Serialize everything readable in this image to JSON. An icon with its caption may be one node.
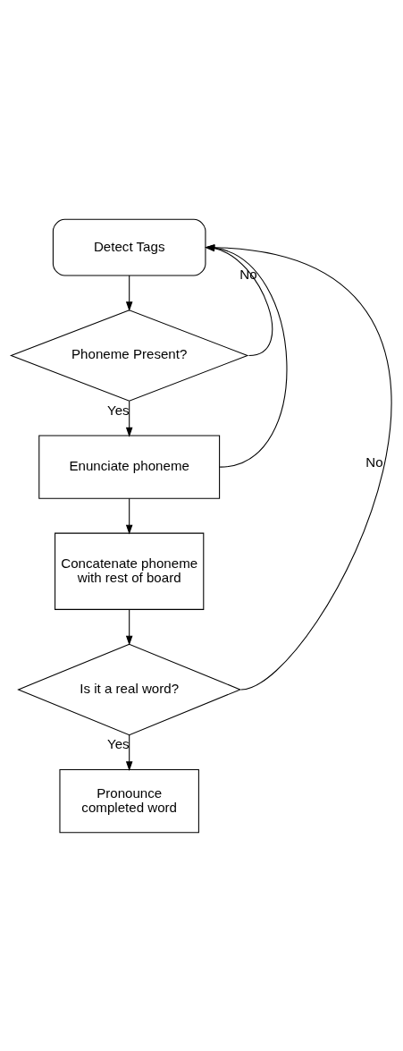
{
  "diagram": {
    "nodes": [
      {
        "text": [
          "Detect Tags"
        ]
      },
      {
        "text": [
          "Phoneme Present?"
        ]
      },
      {
        "text": [
          "Enunciate phoneme"
        ]
      },
      {
        "text": [
          "Concatenate phoneme with rest of board"
        ]
      },
      {
        "text": [
          "Is it a real word?"
        ]
      },
      {
        "text": [
          "Pronounce completed word"
        ]
      }
    ],
    "edges": [
      {
        "from": 0,
        "to": 1,
        "arrow": "to"
      },
      {
        "from": 1,
        "to": 2,
        "arrow": "to",
        "label": "Yes"
      },
      {
        "from": 2,
        "to": 3,
        "arrow": "to"
      },
      {
        "from": 3,
        "to": 4,
        "arrow": "to"
      },
      {
        "from": 4,
        "to": 5,
        "arrow": "to",
        "label": "Yes"
      },
      {
        "from": 1,
        "to": 0,
        "arrow": "to",
        "label": "No"
      },
      {
        "from": 2,
        "to": 0,
        "arrow": "to"
      },
      {
        "from": 4,
        "to": 0,
        "arrow": "to",
        "label": "No"
      }
    ]
  }
}
